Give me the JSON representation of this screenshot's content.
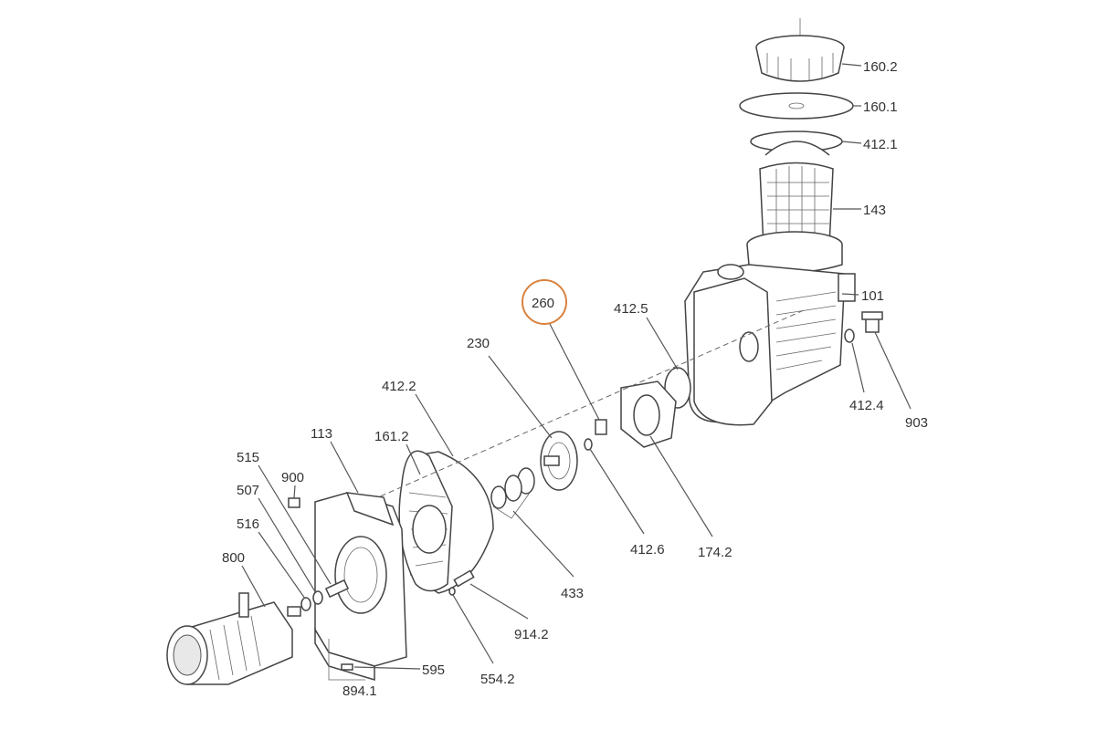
{
  "diagram": {
    "title": "Pool pump exploded parts diagram",
    "highlight_color": "#d9823e",
    "highlighted_part": "260",
    "labels": {
      "p160_2": "160.2",
      "p160_1": "160.1",
      "p412_1": "412.1",
      "p143": "143",
      "p101": "101",
      "p412_5": "412.5",
      "p903": "903",
      "p412_4": "412.4",
      "p260": "260",
      "p230": "230",
      "p412_2": "412.2",
      "p161_2": "161.2",
      "p113": "113",
      "p515": "515",
      "p900": "900",
      "p507": "507",
      "p516": "516",
      "p800": "800",
      "p412_6": "412.6",
      "p174_2": "174.2",
      "p433": "433",
      "p914_2": "914.2",
      "p554_2": "554.2",
      "p595": "595",
      "p894_1": "894.1"
    }
  }
}
